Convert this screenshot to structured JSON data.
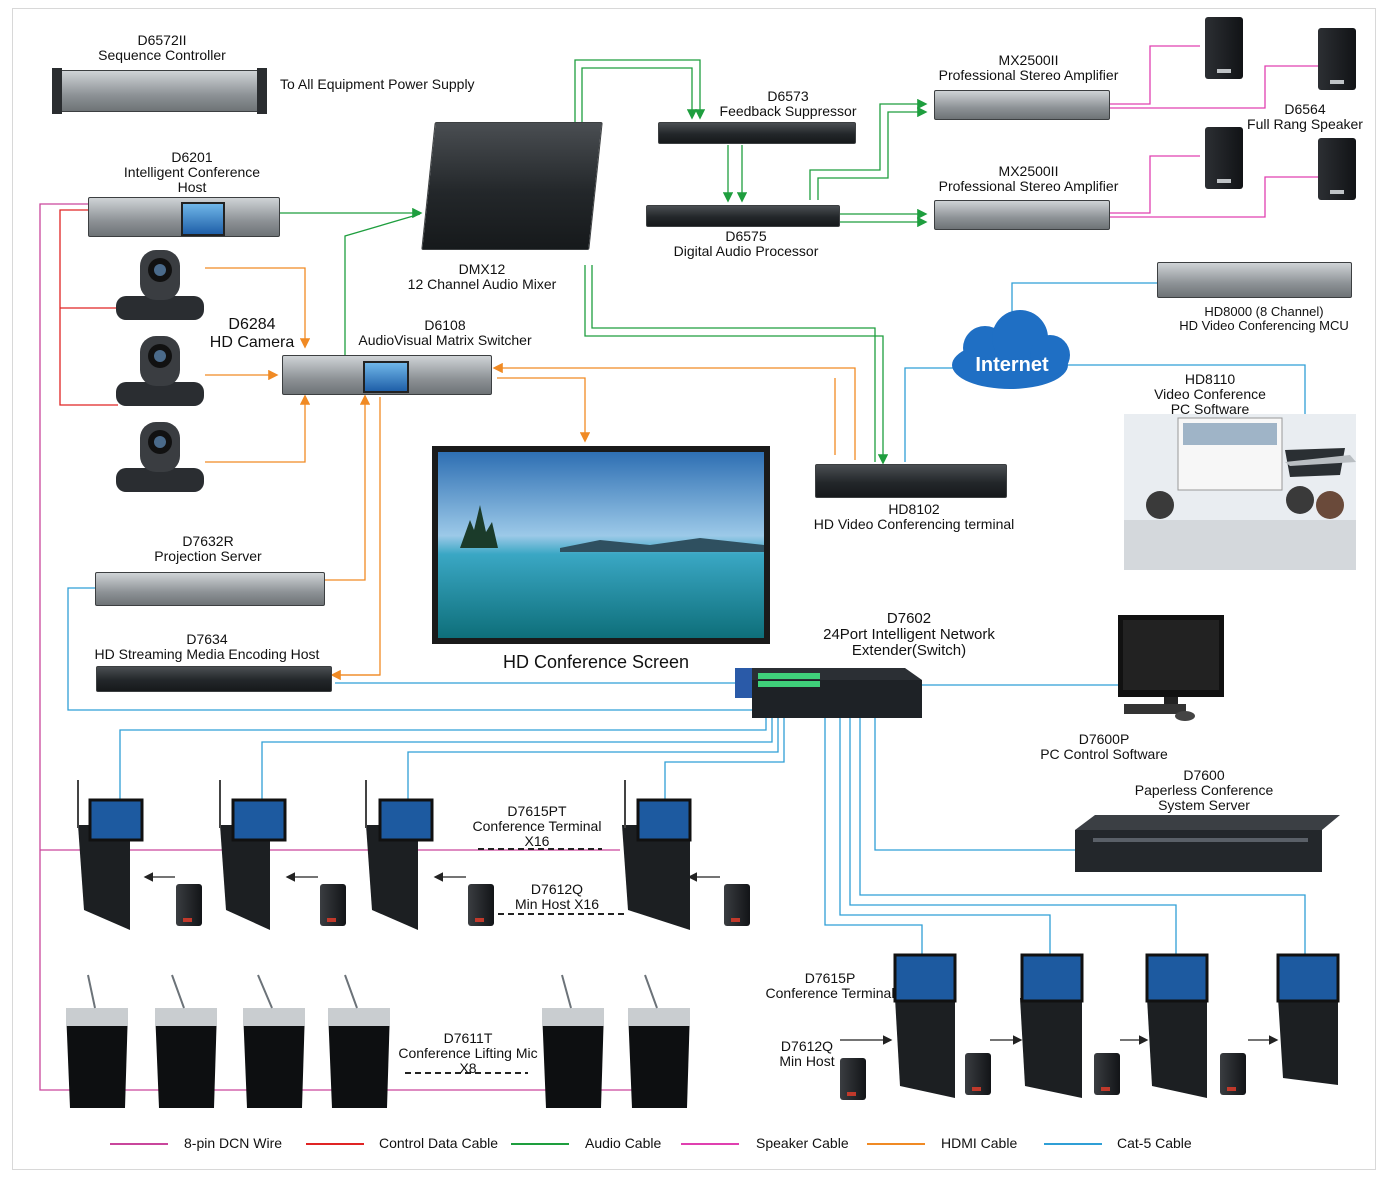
{
  "devices": {
    "sequence_controller": {
      "model": "D6572II",
      "name": "Sequence Controller"
    },
    "power_note": "To All Equipment Power Supply",
    "conference_host": {
      "model": "D6201",
      "line1": "Intelligent Conference",
      "line2": "Host"
    },
    "mixer": {
      "model": "DMX12",
      "name": "12 Channel Audio Mixer"
    },
    "feedback_suppressor": {
      "model": "D6573",
      "name": "Feedback Suppressor"
    },
    "audio_processor": {
      "model": "D6575",
      "name": "Digital Audio Processor"
    },
    "amplifier_1": {
      "model": "MX2500II",
      "name": "Professional Stereo Amplifier"
    },
    "amplifier_2": {
      "model": "MX2500II",
      "name": "Professional Stereo Amplifier"
    },
    "speaker": {
      "model": "D6564",
      "name": "Full Rang Speaker"
    },
    "camera": {
      "model": "D6284",
      "name": "HD Camera"
    },
    "matrix_switcher": {
      "model": "D6108",
      "name": "AudioVisual Matrix Switcher"
    },
    "mcu": {
      "model": "HD8000 (8 Channel)",
      "name": "HD Video Conferencing  MCU"
    },
    "internet": "Internet",
    "pc_software": {
      "model": "HD8110",
      "line1": "Video Conference",
      "line2": "PC Software"
    },
    "vc_terminal": {
      "model": "HD8102",
      "name": "HD Video Conferencing  terminal"
    },
    "projection_server": {
      "model": "D7632R",
      "name": "Projection Server"
    },
    "encoding_host": {
      "model": "D7634",
      "name": "HD Streaming Media Encoding Host"
    },
    "conference_screen": "HD Conference Screen",
    "switch": {
      "model": "D7602",
      "line1": "24Port Intelligent Network",
      "line2": "Extender(Switch)"
    },
    "pc_control": {
      "model": "D7600P",
      "name": "PC Control Software"
    },
    "system_server": {
      "model": "D7600",
      "line1": "Paperless Conference",
      "line2": "System Server"
    },
    "terminal_pt": {
      "model": "D7615PT",
      "name": "Conference Terminal",
      "count": "X16"
    },
    "min_host_top": {
      "model": "D7612Q",
      "name": "Min Host X16"
    },
    "lifting_mic": {
      "model": "D7611T",
      "name": "Conference Lifting Mic",
      "count": "X8"
    },
    "terminal_p": {
      "model": "D7615P",
      "name": "Conference Terminal"
    },
    "min_host_bottom": {
      "model": "D7612Q",
      "name": "Min Host"
    }
  },
  "legend": [
    {
      "label": "8-pin DCN Wire",
      "color": "#c9469c"
    },
    {
      "label": "Control Data Cable",
      "color": "#e02424"
    },
    {
      "label": "Audio Cable",
      "color": "#1e9e3e"
    },
    {
      "label": "Speaker Cable",
      "color": "#e040b0"
    },
    {
      "label": "HDMI Cable",
      "color": "#f08a24"
    },
    {
      "label": "Cat-5 Cable",
      "color": "#2f9fd6"
    }
  ],
  "colors": {
    "dcn": "#c9469c",
    "control": "#e02424",
    "audio": "#1e9e3e",
    "speaker": "#e040b0",
    "hdmi": "#f08a24",
    "cat5": "#2f9fd6",
    "internet_cloud": "#1f6fc4"
  }
}
